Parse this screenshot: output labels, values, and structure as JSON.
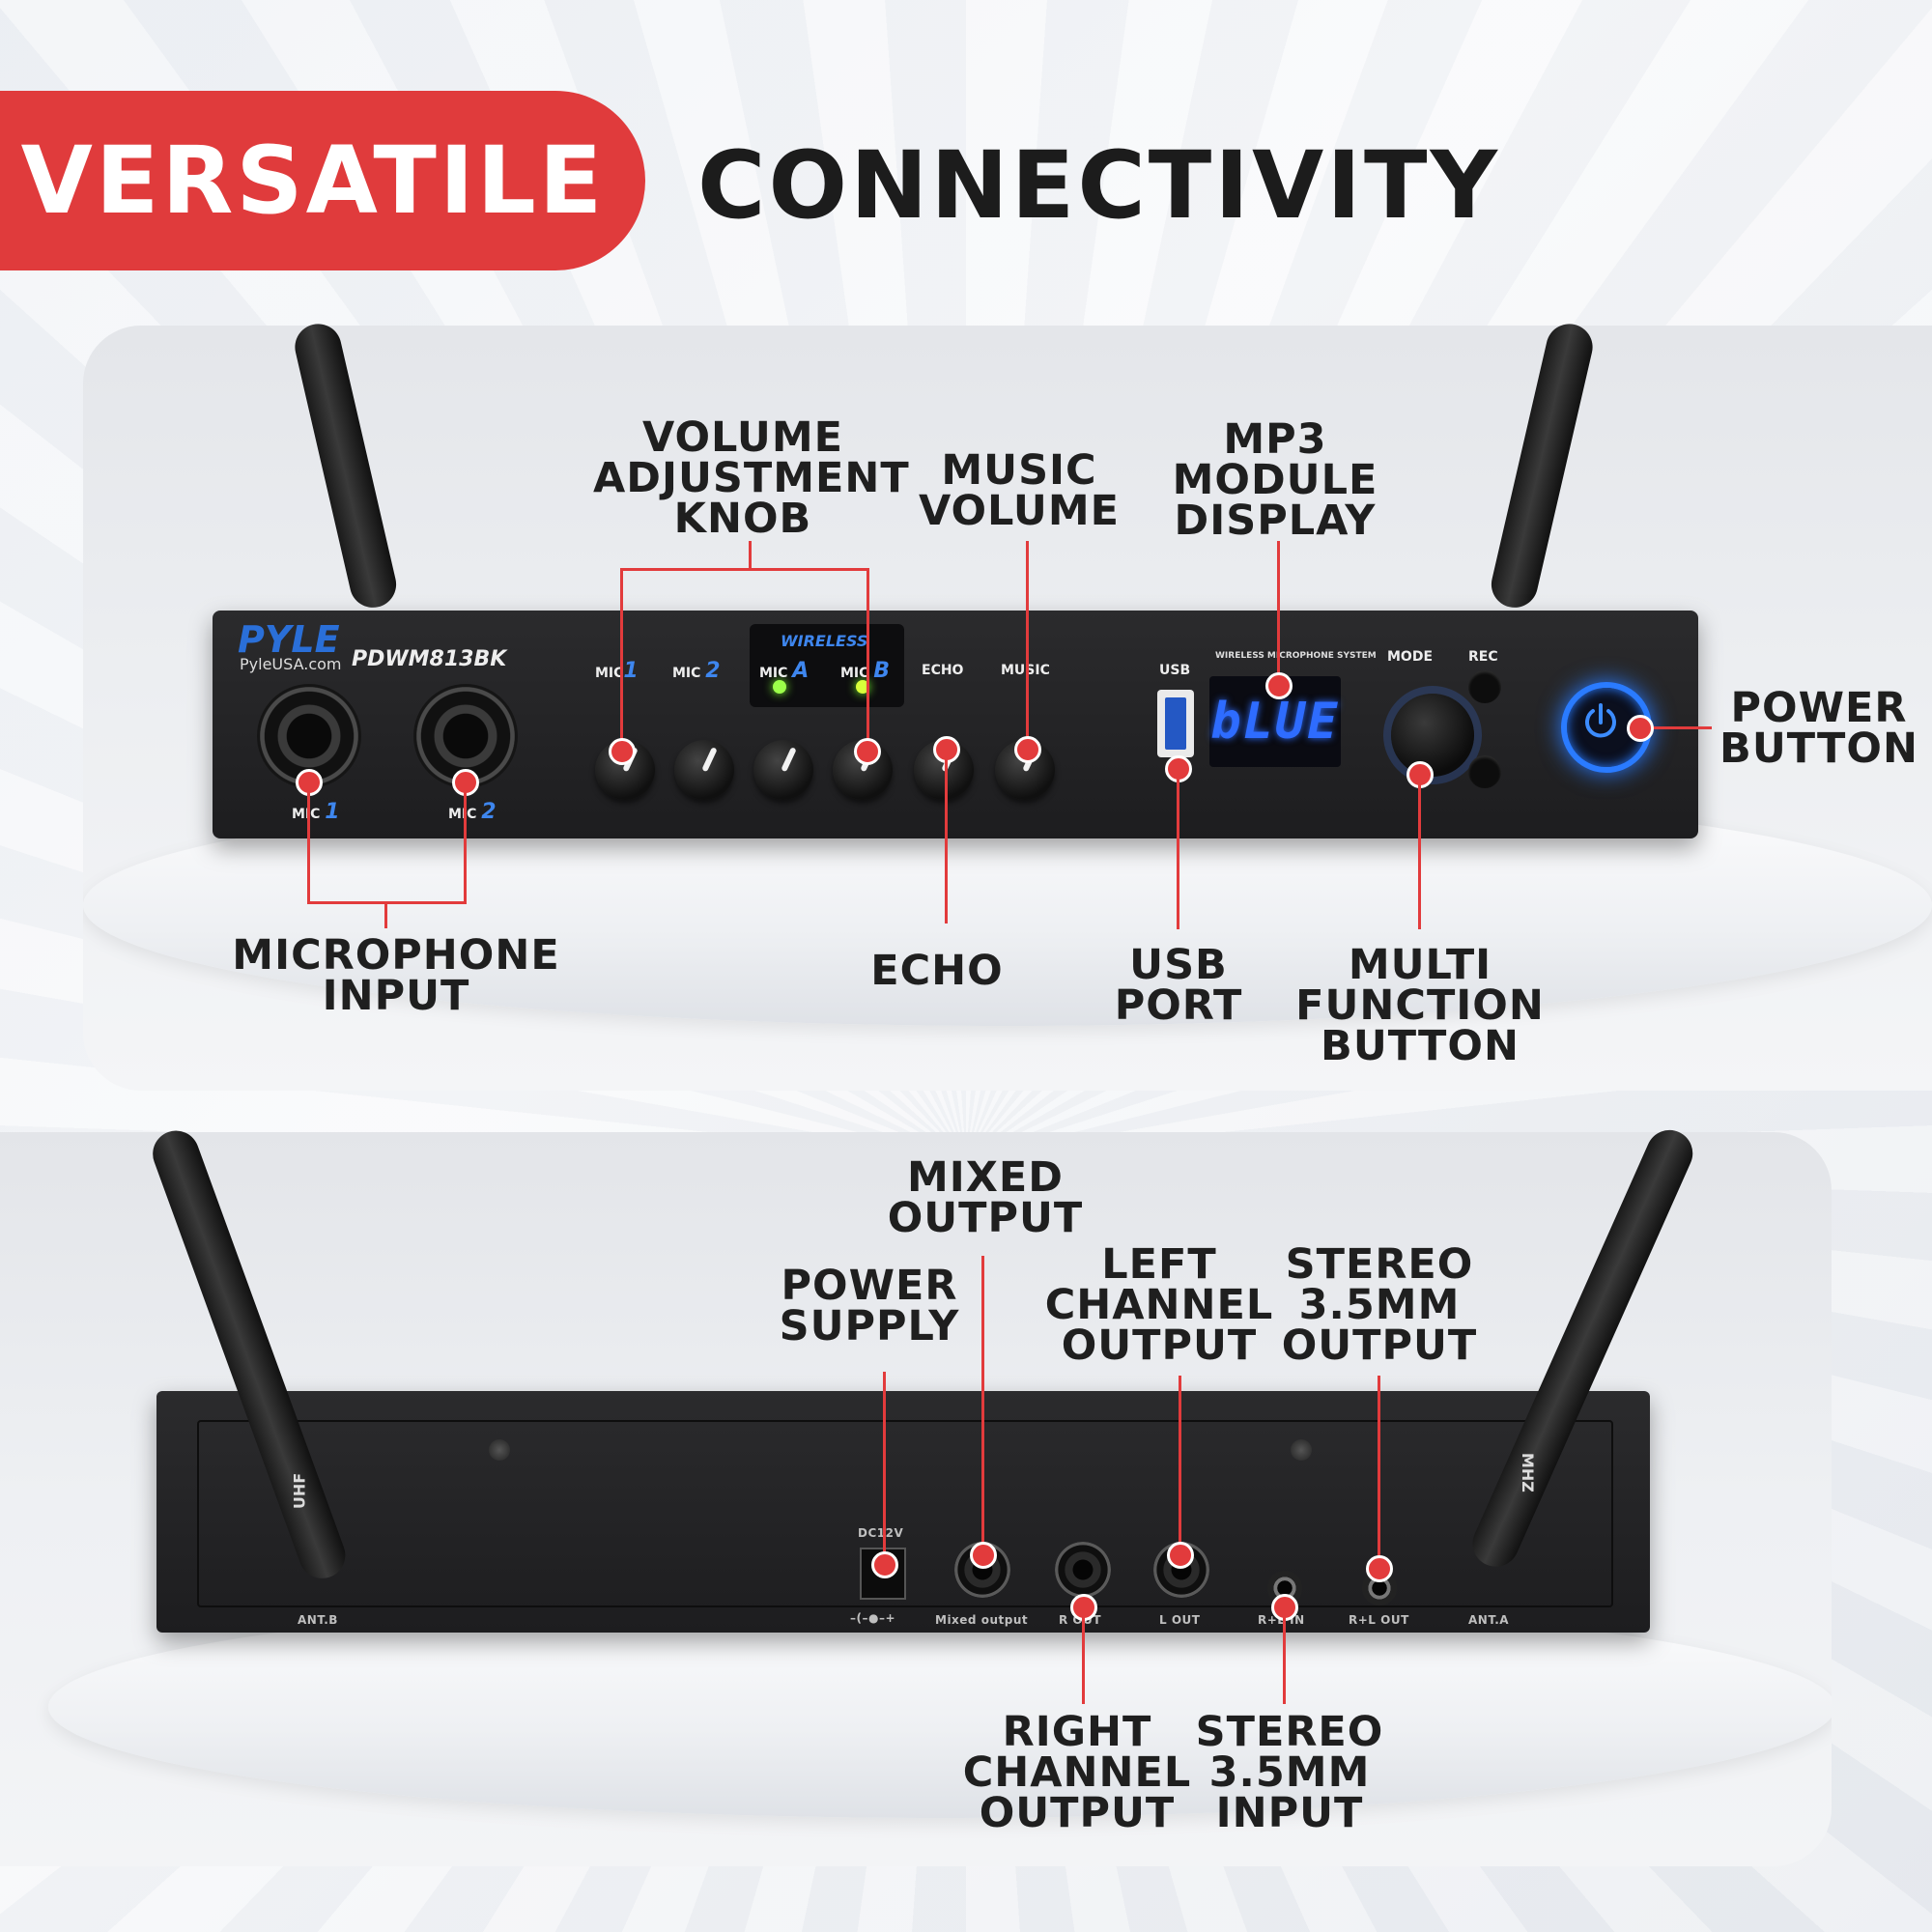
{
  "headline": {
    "highlight": "VERSATILE",
    "rest": "CONNECTIVITY"
  },
  "colors": {
    "accent": "#e03b3c",
    "device": "#1d1d1f",
    "display_blue": "#2e6cff"
  },
  "front_panel": {
    "brand": "PYLE",
    "website": "PyleUSA.com",
    "model": "PDWM813BK",
    "mic_inputs": [
      {
        "label": "MIC",
        "digit": "1"
      },
      {
        "label": "MIC",
        "digit": "2"
      }
    ],
    "wireless_label": "WIRELESS",
    "knobs": [
      {
        "label": "MIC",
        "digit": "1"
      },
      {
        "label": "MIC",
        "digit": "2"
      },
      {
        "label": "MIC",
        "digit": "A"
      },
      {
        "label": "MIC",
        "digit": "B"
      },
      {
        "label": "ECHO",
        "digit": ""
      },
      {
        "label": "MUSIC",
        "digit": ""
      }
    ],
    "usb_label": "USB",
    "display_caption": "WIRELESS MICROPHONE SYSTEM",
    "display_text": "bLUE",
    "mode_label": "MODE",
    "rec_label": "REC"
  },
  "front_callouts": {
    "volume_knob": "VOLUME\nADJUSTMENT\nKNOB",
    "music_volume": "MUSIC\nVOLUME",
    "mp3_display": "MP3\nMODULE\nDISPLAY",
    "power_button": "POWER\nBUTTON",
    "microphone_input": "MICROPHONE\nINPUT",
    "echo": "ECHO",
    "usb_port": "USB\nPORT",
    "multi_function": "MULTI\nFUNCTION\nBUTTON"
  },
  "rear_panel": {
    "ant_b": "ANT.B",
    "ant_a": "ANT.A",
    "dc": "DC12V",
    "dc_polarity": "–(–●–+",
    "mixed_output": "Mixed output",
    "r_out": "R OUT",
    "l_out": "L OUT",
    "rl_in": "R+L IN",
    "rl_out": "R+L OUT",
    "uhf_left": "UHF",
    "uhf_right": "MHZ"
  },
  "rear_callouts": {
    "mixed_output": "MIXED\nOUTPUT",
    "power_supply": "POWER\nSUPPLY",
    "left_channel": "LEFT\nCHANNEL\nOUTPUT",
    "stereo_out": "STEREO\n3.5MM\nOUTPUT",
    "right_channel": "RIGHT\nCHANNEL\nOUTPUT",
    "stereo_in": "STEREO\n3.5MM\nINPUT"
  }
}
